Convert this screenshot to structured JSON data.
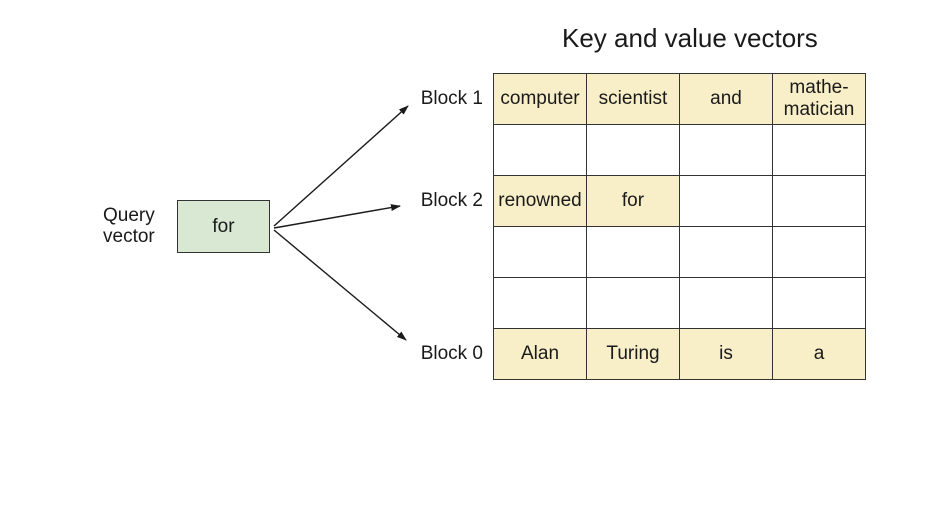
{
  "title": "Key and value vectors",
  "query_vector": {
    "label": "Query\nvector",
    "value": "for"
  },
  "block_labels": {
    "block1": "Block 1",
    "block2": "Block 2",
    "block0": "Block 0"
  },
  "table": {
    "rows": [
      {
        "cells": [
          {
            "text": "computer",
            "highlighted": true
          },
          {
            "text": "scientist",
            "highlighted": true
          },
          {
            "text": "and",
            "highlighted": true
          },
          {
            "text": "mathe-\nmatician",
            "highlighted": true
          }
        ]
      },
      {
        "cells": [
          {
            "text": "",
            "highlighted": false
          },
          {
            "text": "",
            "highlighted": false
          },
          {
            "text": "",
            "highlighted": false
          },
          {
            "text": "",
            "highlighted": false
          }
        ]
      },
      {
        "cells": [
          {
            "text": "renowned",
            "highlighted": true
          },
          {
            "text": "for",
            "highlighted": true
          },
          {
            "text": "",
            "highlighted": false
          },
          {
            "text": "",
            "highlighted": false
          }
        ]
      },
      {
        "cells": [
          {
            "text": "",
            "highlighted": false
          },
          {
            "text": "",
            "highlighted": false
          },
          {
            "text": "",
            "highlighted": false
          },
          {
            "text": "",
            "highlighted": false
          }
        ]
      },
      {
        "cells": [
          {
            "text": "",
            "highlighted": false
          },
          {
            "text": "",
            "highlighted": false
          },
          {
            "text": "",
            "highlighted": false
          },
          {
            "text": "",
            "highlighted": false
          }
        ]
      },
      {
        "cells": [
          {
            "text": "Alan",
            "highlighted": true
          },
          {
            "text": "Turing",
            "highlighted": true
          },
          {
            "text": "is",
            "highlighted": true
          },
          {
            "text": "a",
            "highlighted": true
          }
        ]
      }
    ]
  },
  "colors": {
    "highlight": "#f8efc8",
    "query_box_fill": "#d9e8d2",
    "border": "#333333",
    "text": "#1a1a1a"
  }
}
